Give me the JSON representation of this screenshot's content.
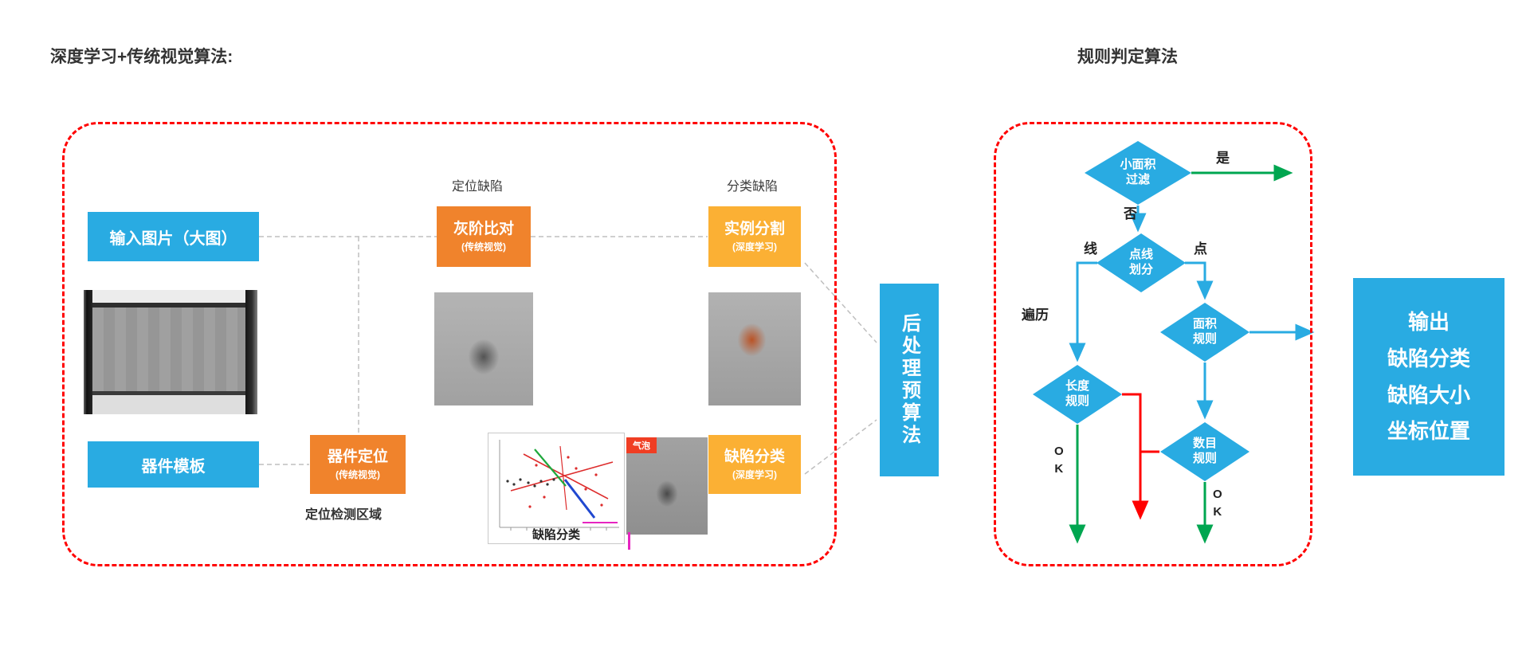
{
  "left": {
    "title": "深度学习+传统视觉算法:",
    "input_box": "输入图片（大图）",
    "template_box": "器件模板",
    "device_locate_label": "器件定位",
    "device_locate_sub": "(传统视觉)",
    "locate_region_caption": "定位检测区域",
    "locate_defect_caption": "定位缺陷",
    "gray_compare_label": "灰阶比对",
    "gray_compare_sub": "(传统视觉)",
    "classify_defect_caption": "分类缺陷",
    "instance_seg_label": "实例分割",
    "instance_seg_sub": "(深度学习)",
    "defect_classify_label": "缺陷分类",
    "defect_classify_sub": "(深度学习)",
    "scatter_caption": "缺陷分类",
    "bubble_tag": "气泡",
    "postprocess_box": "后处理预算法"
  },
  "right": {
    "title": "规则判定算法",
    "diamond_small_area": "小面积\n过滤",
    "diamond_point_line": "点线\n划分",
    "diamond_length": "长度\n规则",
    "diamond_area": "面积\n规则",
    "diamond_count": "数目\n规则",
    "label_yes": "是",
    "label_no": "否",
    "label_line": "线",
    "label_point": "点",
    "label_traverse": "遍历",
    "label_ok_length": "O\nK",
    "label_ok_count": "O\nK",
    "output_lines": [
      "输出",
      "缺陷分类",
      "缺陷大小",
      "坐标位置"
    ]
  },
  "colors": {
    "node_blue": "#29ABE2",
    "node_orange": "#F0832C",
    "node_amber": "#FBB034",
    "dashed_border_red": "#FF0000",
    "arrow_green": "#00A650",
    "arrow_blue": "#29ABE2",
    "arrow_red": "#FF0000",
    "bubble_tag_red": "#F03E23"
  }
}
